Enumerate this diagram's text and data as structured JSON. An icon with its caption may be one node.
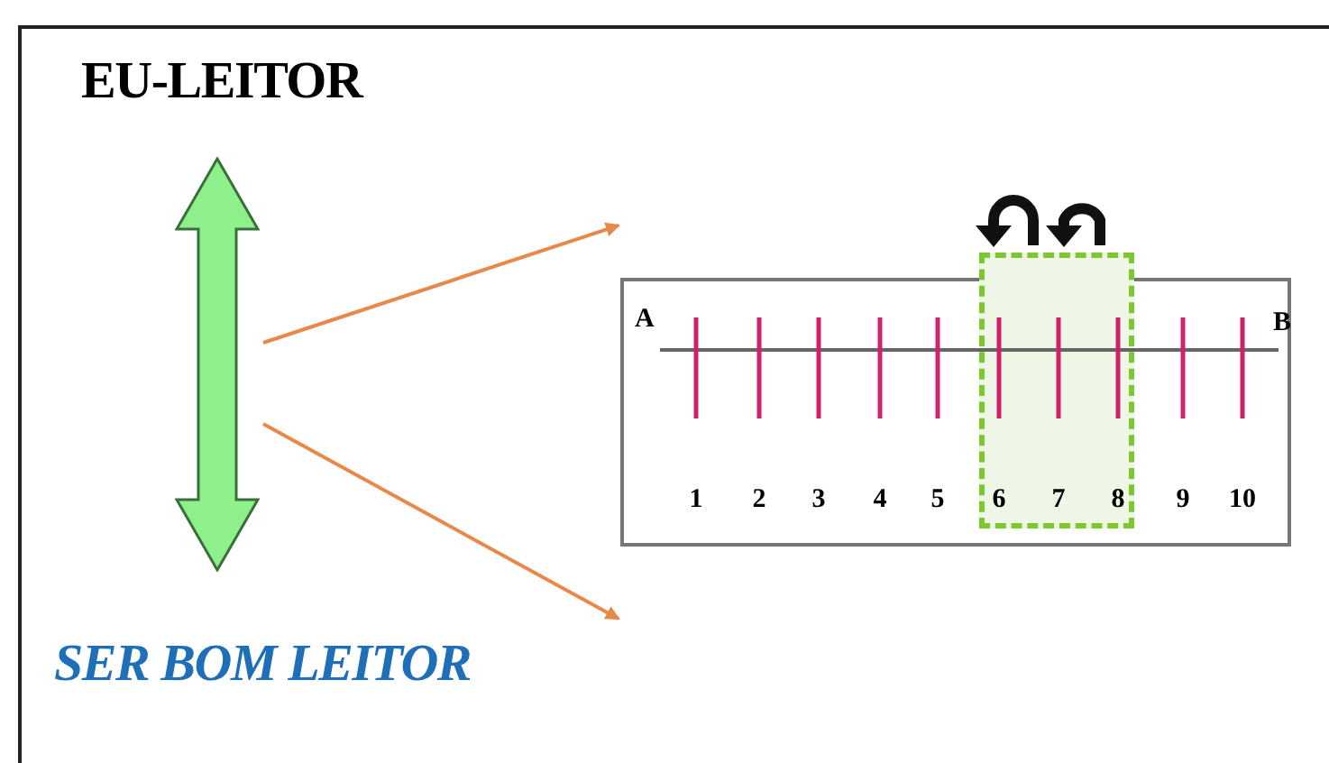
{
  "diagram": {
    "nodes": [
      {
        "text": [
          "EU-LEITOR"
        ]
      },
      {
        "text": [],
        "shape": "arrow"
      },
      {
        "text": [
          "SER BOM LEITOR"
        ]
      },
      {
        "text": [
          "A",
          "B",
          "1",
          "2",
          "3",
          "4",
          "5",
          "6",
          "7",
          "8",
          "9",
          "10"
        ]
      }
    ],
    "edges": [
      {
        "from": 1,
        "to": null,
        "arrow": "to"
      },
      {
        "from": 1,
        "to": null,
        "arrow": "to"
      }
    ]
  }
}
